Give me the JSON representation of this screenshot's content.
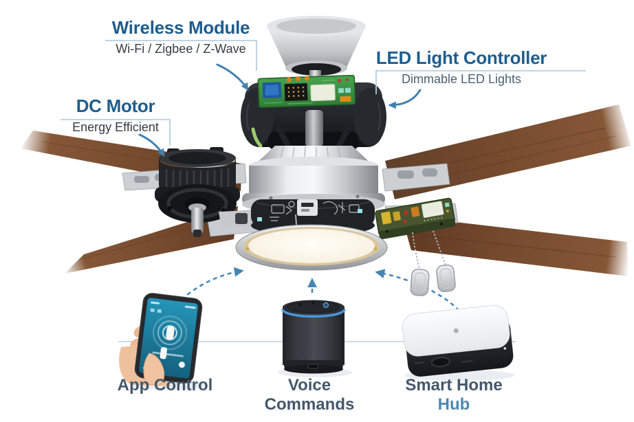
{
  "colors": {
    "callout_title": "#1e5d8e",
    "callout_subtitle_dark": "#343b42",
    "callout_subtitle_blue": "#4b6173",
    "callout_bracket": "#b7cedf",
    "arrow_solid": "#4080b0",
    "arrow_dashed": "#4486b4",
    "device_label": "#44586a",
    "device_label_accent": "#4d89b1",
    "baseline": "#b5d2e2",
    "pcb_green": "#3f9145",
    "wood_brown": "#74492d",
    "led_warm_white": "#f8f2e2"
  },
  "callouts": {
    "wireless_module": {
      "title": "Wireless Module",
      "subtitle": "Wi-Fi / Zigbee / Z-Wave"
    },
    "led_light_controller": {
      "title": "LED Light Controller",
      "subtitle": "Dimmable LED Lights"
    },
    "dc_motor": {
      "title": "DC Motor",
      "subtitle": "Energy Efficient"
    }
  },
  "devices": {
    "app_control": {
      "label": "App Control"
    },
    "voice_commands": {
      "label": "Voice Commands"
    },
    "smart_home_hub": {
      "label": "Smart Home",
      "label_accent": "Hub"
    }
  }
}
